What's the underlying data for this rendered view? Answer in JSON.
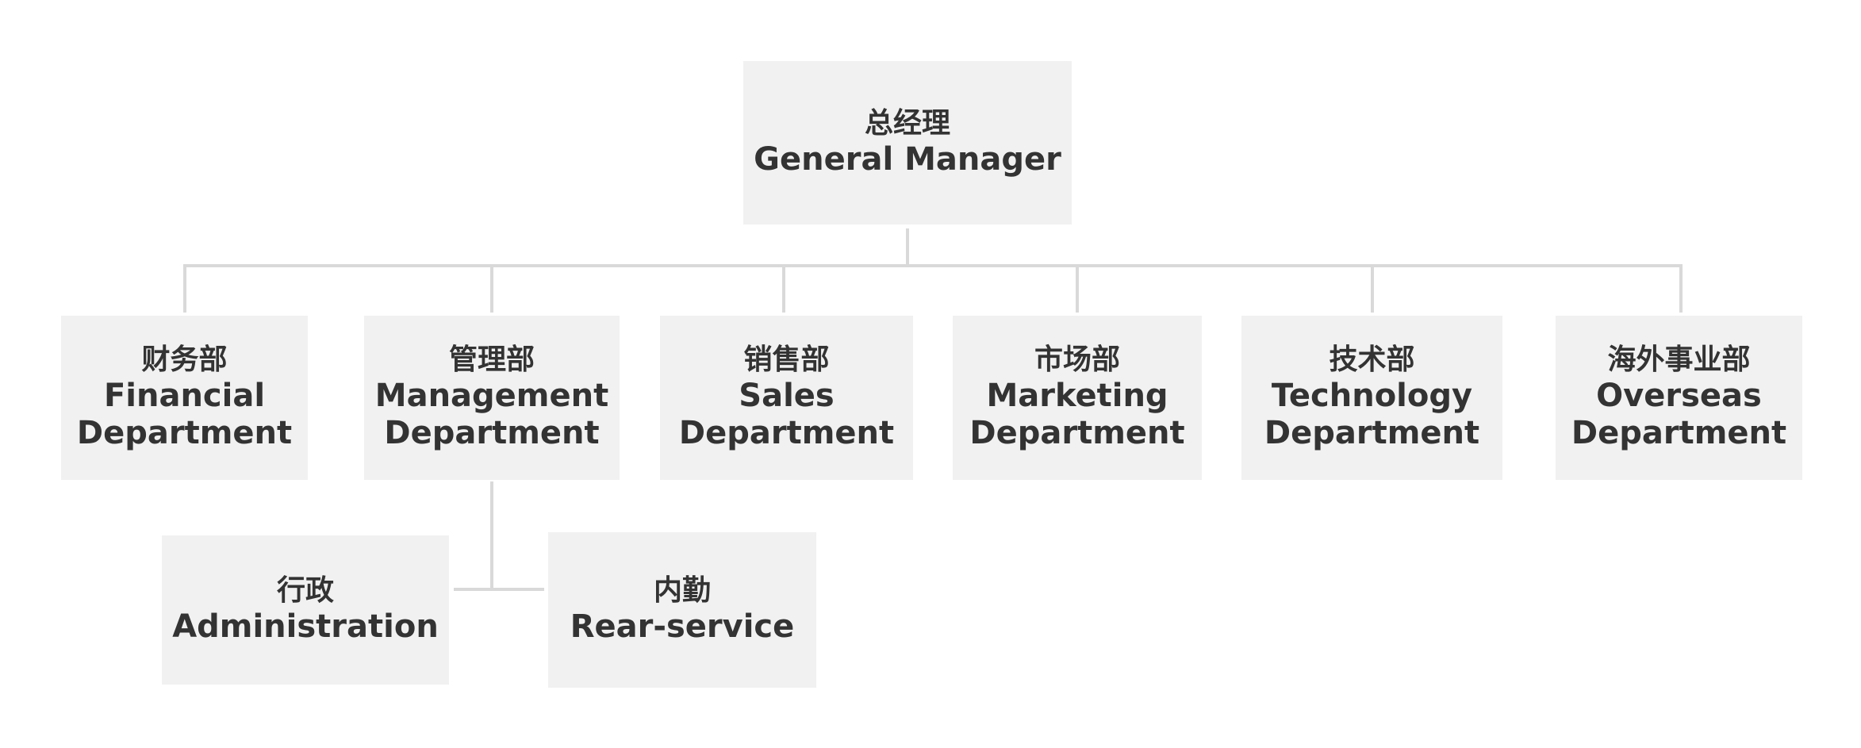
{
  "diagram": {
    "line_color": "#d9d9d9",
    "box_color": "#f1f1f1",
    "text_color": "#333333",
    "root": {
      "zh": "总经理",
      "en": "General Manager"
    },
    "departments": [
      {
        "zh": "财务部",
        "en": "Financial\nDepartment"
      },
      {
        "zh": "管理部",
        "en": "Management\nDepartment"
      },
      {
        "zh": "销售部",
        "en": "Sales\nDepartment"
      },
      {
        "zh": "市场部",
        "en": "Marketing\nDepartment"
      },
      {
        "zh": "技术部",
        "en": "Technology\nDepartment"
      },
      {
        "zh": "海外事业部",
        "en": "Overseas\nDepartment"
      }
    ],
    "management_subunits": [
      {
        "zh": "行政",
        "en": "Administration"
      },
      {
        "zh": "内勤",
        "en": "Rear-service"
      }
    ]
  }
}
